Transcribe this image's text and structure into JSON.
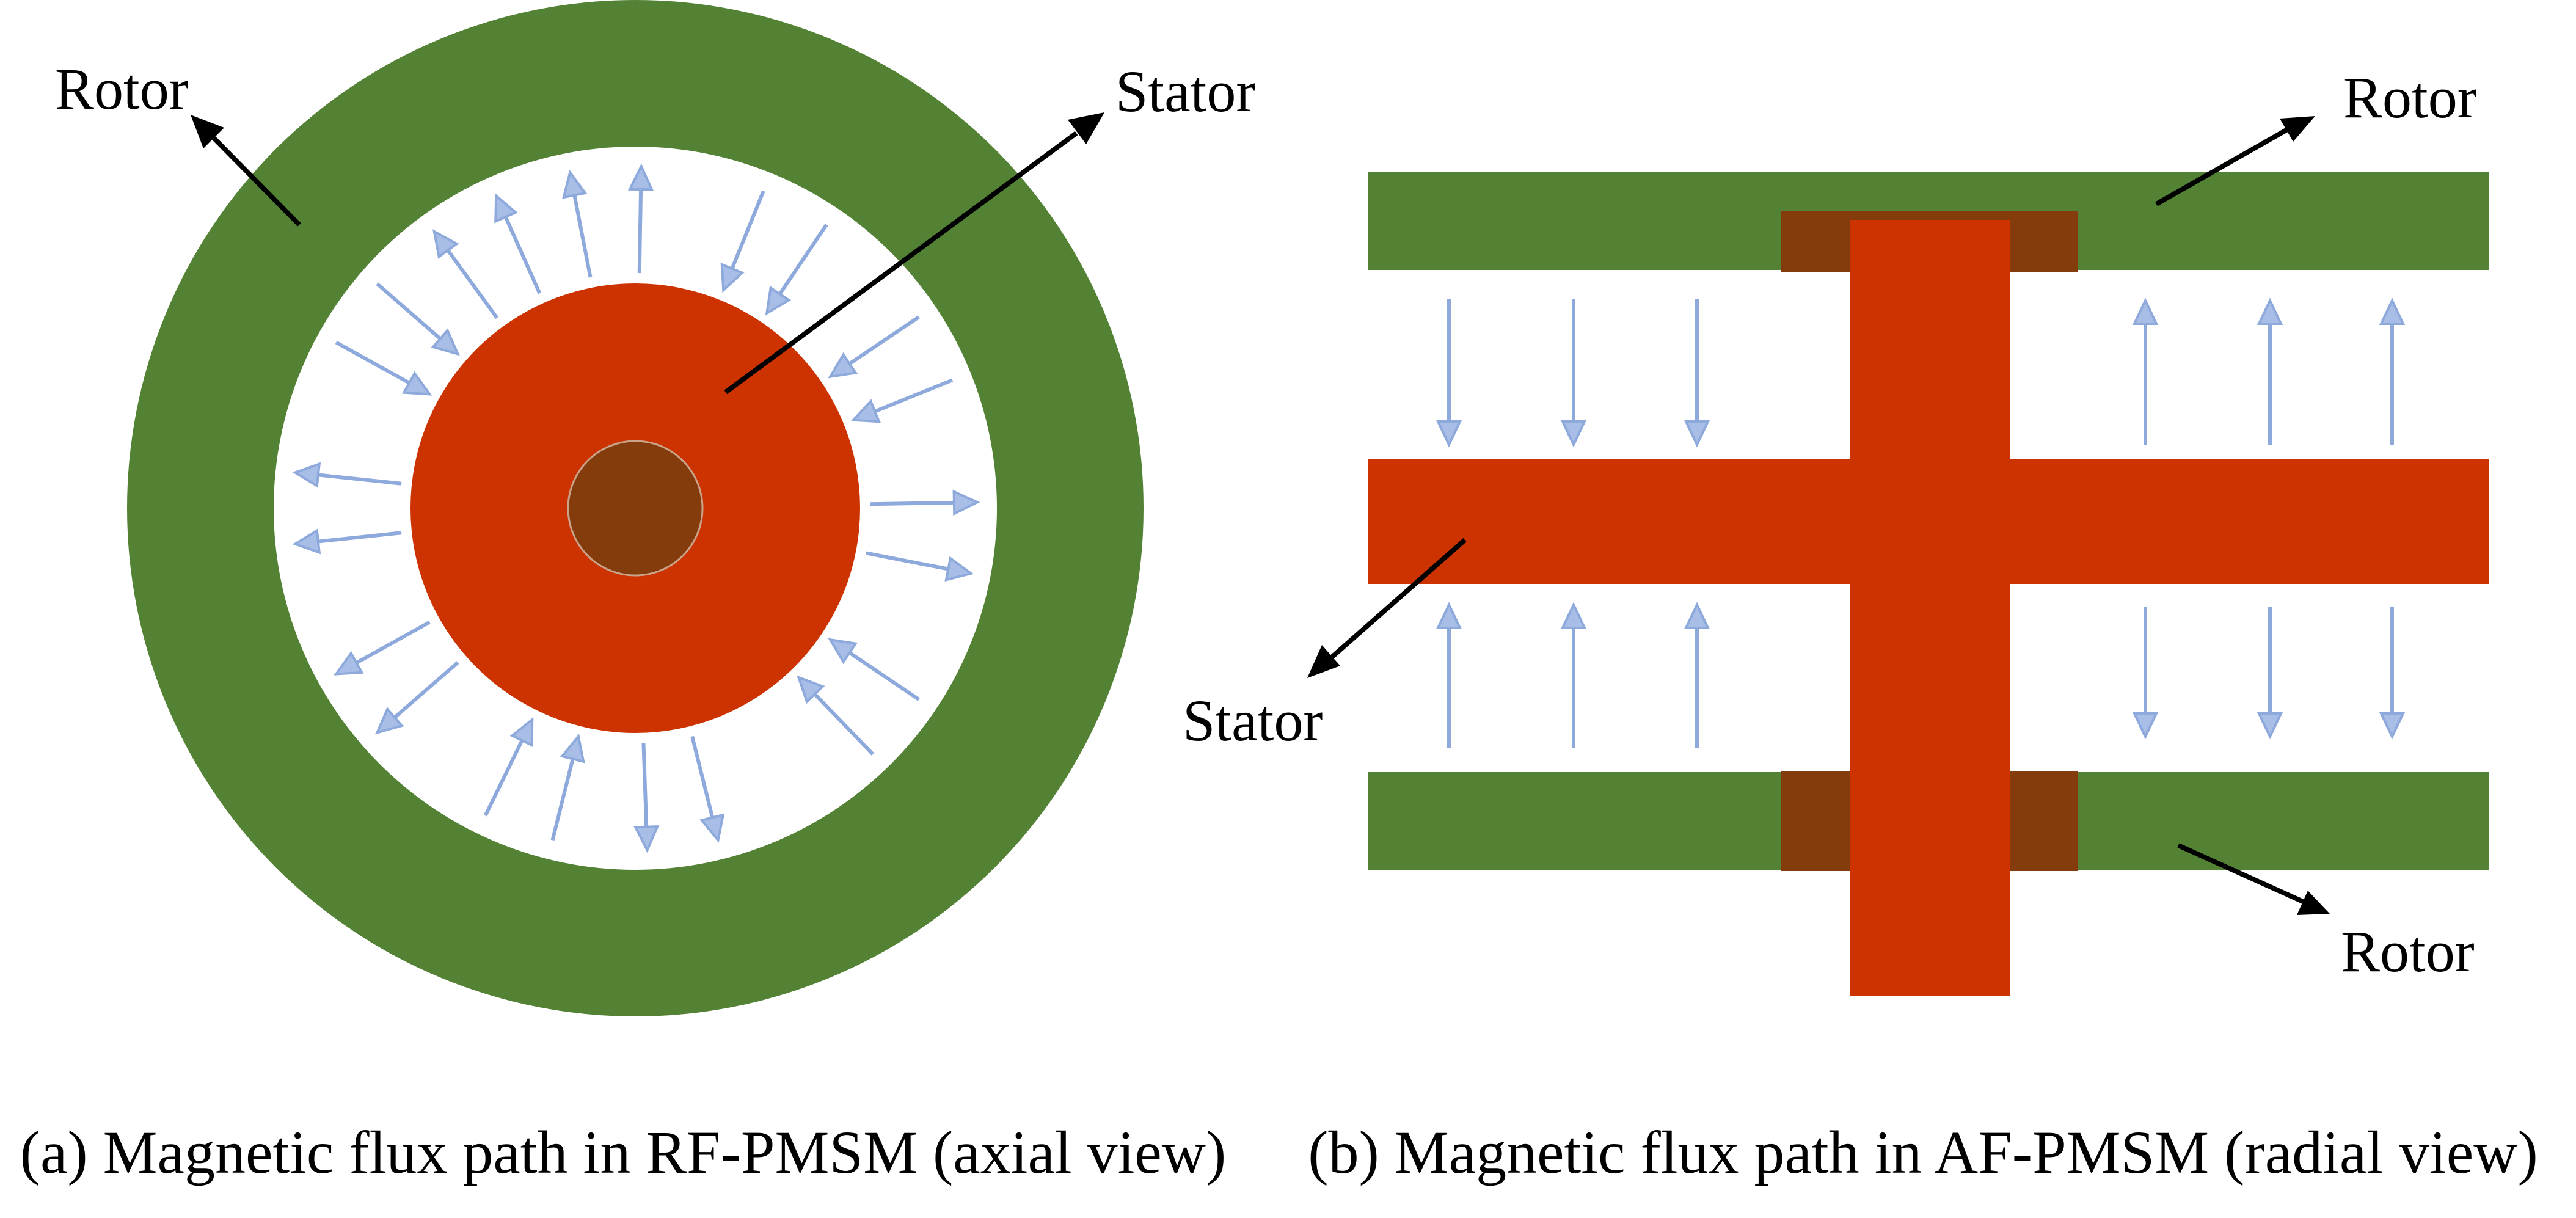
{
  "colors": {
    "rotor": "#548235",
    "stator": "#CC3300",
    "shaft": "#843C0C",
    "flux_arrow": "#8EA9DB",
    "background": "#FFFFFF"
  },
  "panel_a": {
    "rotor_label": "Rotor",
    "stator_label": "Stator",
    "caption": "(a) Magnetic flux path in RF-PMSM (axial view)"
  },
  "panel_b": {
    "rotor_top_label": "Rotor",
    "rotor_bottom_label": "Rotor",
    "stator_label": "Stator",
    "caption": "(b) Magnetic flux path in AF-PMSM (radial view)"
  }
}
